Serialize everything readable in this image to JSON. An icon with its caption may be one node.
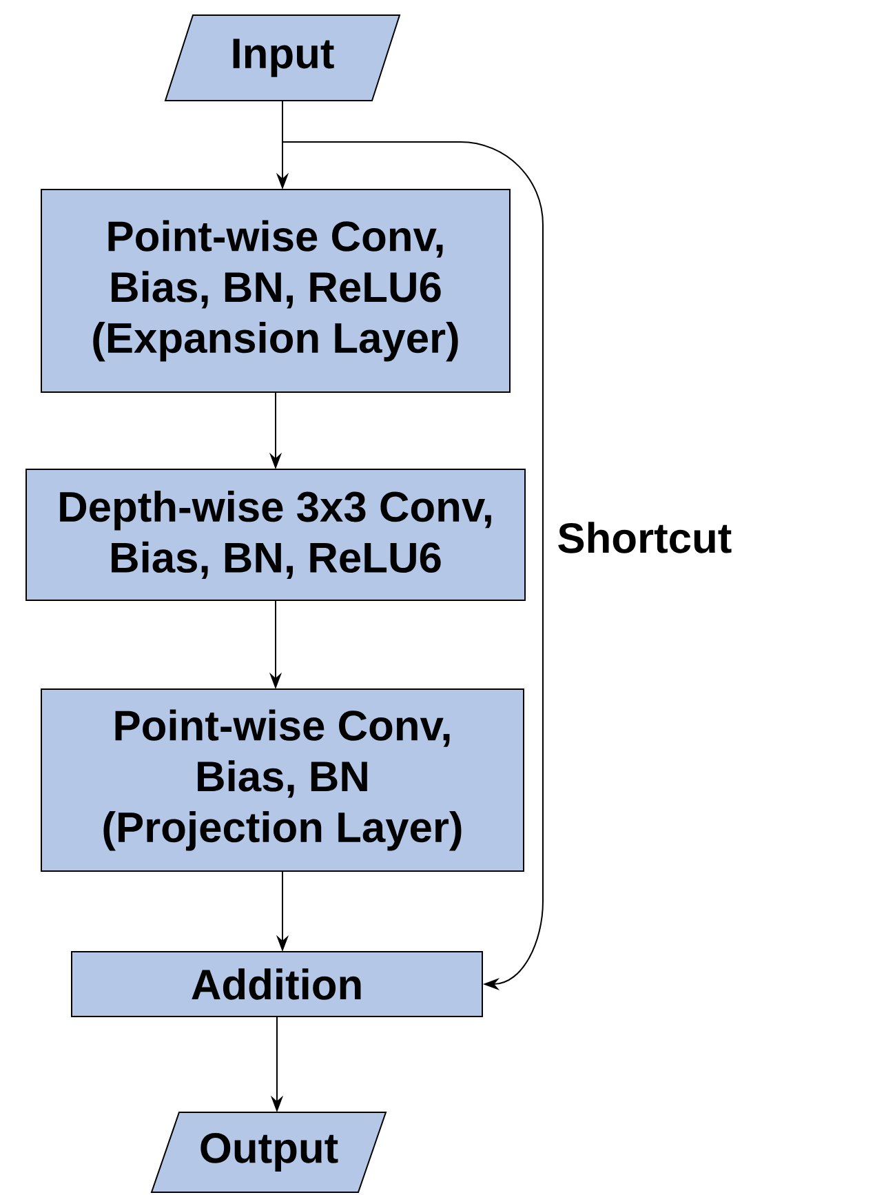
{
  "diagram": {
    "nodes": [
      {
        "text": [
          "Input"
        ]
      },
      {
        "text": [
          "Point-wise Conv, Bias, BN, ReLU6 (Expansion Layer)"
        ]
      },
      {
        "text": [
          "Depth-wise 3x3 Conv, Bias, BN, ReLU6"
        ]
      },
      {
        "text": [
          "Point-wise Conv, Bias, BN (Projection Layer)"
        ]
      },
      {
        "text": [
          "Addition"
        ]
      },
      {
        "text": [
          "Output"
        ]
      }
    ],
    "edges": [
      {
        "from": 0,
        "to": 1,
        "arrow": "to"
      },
      {
        "from": 1,
        "to": 2,
        "arrow": "to"
      },
      {
        "from": 2,
        "to": 3,
        "arrow": "to"
      },
      {
        "from": 3,
        "to": 4,
        "arrow": "to"
      },
      {
        "from": 4,
        "to": 5,
        "arrow": "to"
      },
      {
        "from": 0,
        "to": 4,
        "arrow": "to",
        "label": "Shortcut"
      }
    ]
  }
}
